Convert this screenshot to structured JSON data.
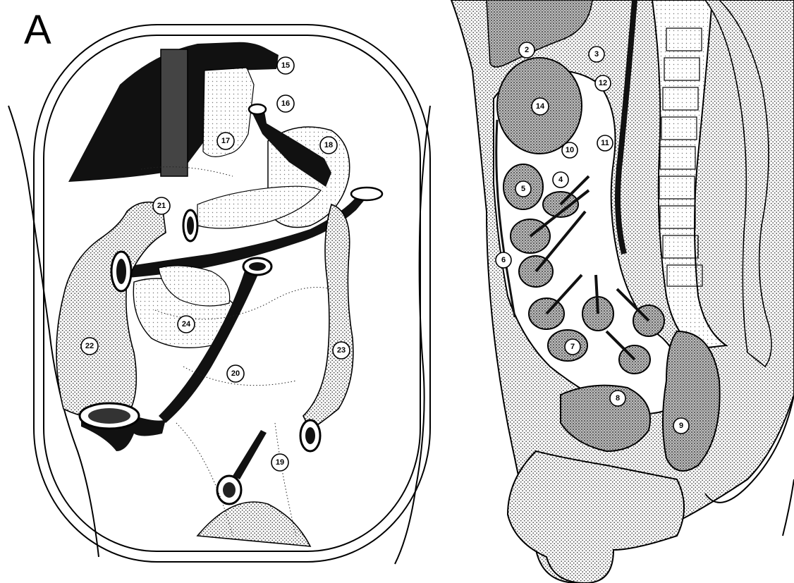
{
  "figure": {
    "panel_letter": "A",
    "left_labels": [
      "15",
      "16",
      "17",
      "18",
      "21",
      "20",
      "22",
      "23",
      "24",
      "19"
    ],
    "right_labels": [
      "2",
      "3",
      "14",
      "12",
      "10",
      "11",
      "4",
      "5",
      "6",
      "7",
      "8",
      "9"
    ],
    "colors": {
      "ink": "#111111",
      "stipple": "#9a9a9a",
      "paper": "#ffffff"
    }
  }
}
